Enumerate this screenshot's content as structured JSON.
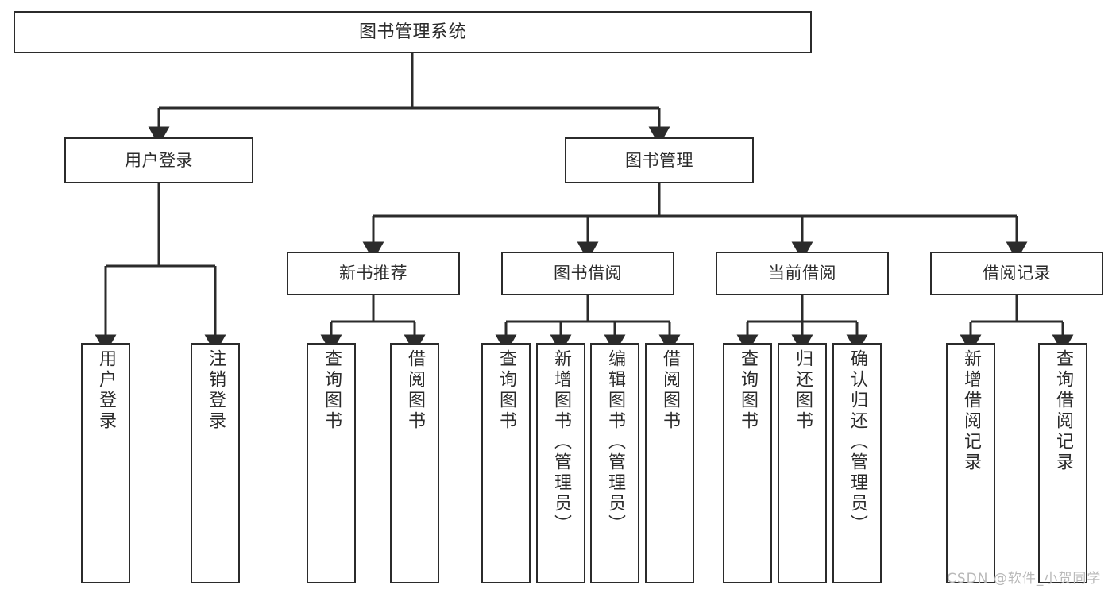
{
  "diagram": {
    "title": "图书管理系统",
    "type": "tree-hierarchy-diagram",
    "stroke_color": "#2b2b2b",
    "fill_color": "#ffffff",
    "background": "#ffffff"
  },
  "watermark": {
    "text": "CSDN @软件_小贺同学",
    "color": "#b9b9b9"
  },
  "nodes": {
    "root": {
      "label": "图书管理系统",
      "level": 1
    },
    "l2": [
      {
        "id": "user-login",
        "label": "用户登录",
        "level": 2
      },
      {
        "id": "book-manage",
        "label": "图书管理",
        "level": 2
      }
    ],
    "l3": [
      {
        "id": "new-book-recommend",
        "label": "新书推荐",
        "level": 3
      },
      {
        "id": "book-borrow",
        "label": "图书借阅",
        "level": 3
      },
      {
        "id": "current-borrow",
        "label": "当前借阅",
        "level": 3
      },
      {
        "id": "borrow-record",
        "label": "借阅记录",
        "level": 3
      }
    ],
    "leaves": [
      {
        "id": "leaf-user-login",
        "label": "用户登录",
        "parent": "user-login"
      },
      {
        "id": "leaf-logout-login",
        "label": "注销登录",
        "parent": "user-login"
      },
      {
        "id": "leaf-query-book-1",
        "label": "查询图书",
        "parent": "new-book-recommend"
      },
      {
        "id": "leaf-borrow-book-1",
        "label": "借阅图书",
        "parent": "new-book-recommend"
      },
      {
        "id": "leaf-query-book-2",
        "label": "查询图书",
        "parent": "book-borrow"
      },
      {
        "id": "leaf-add-book",
        "label": "新增图书（管理员）",
        "parent": "book-borrow"
      },
      {
        "id": "leaf-edit-book",
        "label": "编辑图书（管理员）",
        "parent": "book-borrow"
      },
      {
        "id": "leaf-borrow-book-2",
        "label": "借阅图书",
        "parent": "book-borrow"
      },
      {
        "id": "leaf-query-book-3",
        "label": "查询图书",
        "parent": "current-borrow"
      },
      {
        "id": "leaf-return-book",
        "label": "归还图书",
        "parent": "current-borrow"
      },
      {
        "id": "leaf-confirm-return",
        "label": "确认归还（管理员）",
        "parent": "current-borrow"
      },
      {
        "id": "leaf-add-record",
        "label": "新增借阅记录",
        "parent": "borrow-record"
      },
      {
        "id": "leaf-query-record",
        "label": "查询借阅记录",
        "parent": "borrow-record"
      }
    ]
  }
}
